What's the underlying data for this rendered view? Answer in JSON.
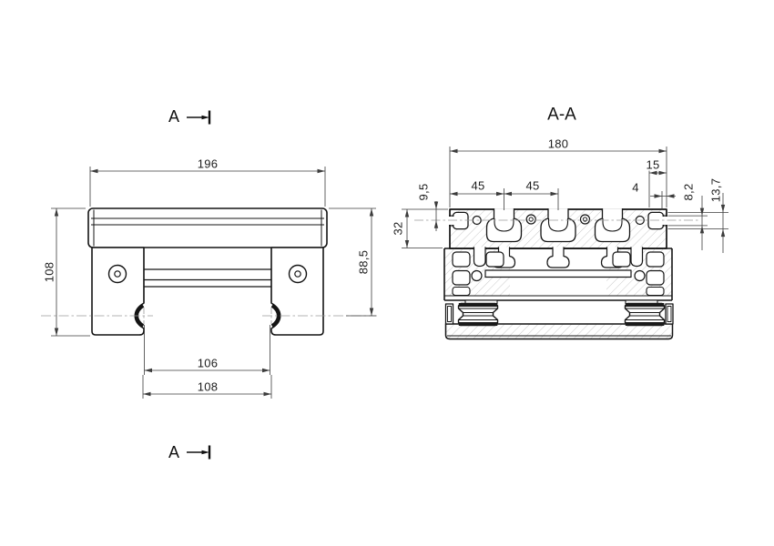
{
  "drawing": {
    "section_title": "A-A",
    "marker_top": "A",
    "marker_bottom": "A",
    "front_view": {
      "dim_width_top": "196",
      "dim_height_total": "108",
      "dim_height_to_groove": "88,5",
      "dim_rail_inner": "106",
      "dim_rail_outer": "108"
    },
    "section_view": {
      "dim_total_width": "180",
      "dim_end_offset": "15",
      "dim_slot_pitch_a": "45",
      "dim_slot_pitch_b": "45",
      "dim_edge_gap": "4",
      "dim_slot_center_depth": "9,5",
      "dim_profile_height": "32",
      "dim_slot_opening": "8,2",
      "dim_slot_width": "13,7"
    },
    "colors": {
      "object_line": "#141414",
      "dimension_line": "#3c3c3c",
      "centerline": "#9a9a9a",
      "hatch": "#b3b3b3"
    }
  }
}
